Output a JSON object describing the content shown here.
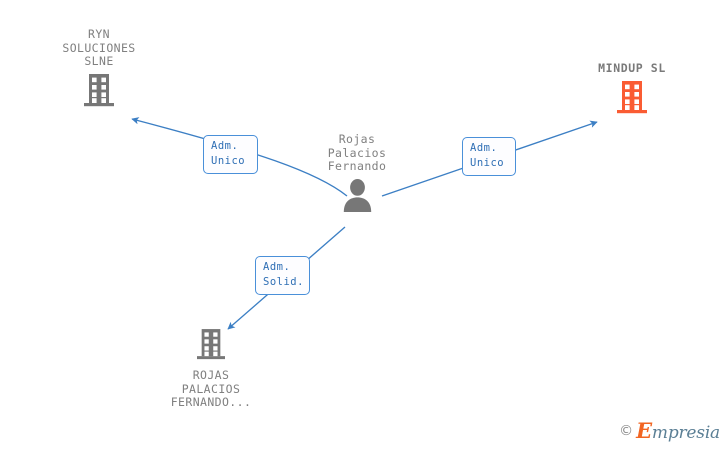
{
  "diagram": {
    "type": "org-relationship-graph",
    "background_color": "#ffffff",
    "center_node": {
      "id": "person-rojas-palacios-fernando",
      "icon": "person-icon",
      "icon_color": "#777777",
      "label": "Rojas\nPalacios\nFernando",
      "label_position": "above"
    },
    "nodes": [
      {
        "id": "ryn-soluciones-slne",
        "icon": "building-icon",
        "icon_color": "#777777",
        "label": "RYN\nSOLUCIONES\nSLNE",
        "label_position": "above",
        "bold": false
      },
      {
        "id": "mindup-sl",
        "icon": "building-icon",
        "icon_color": "#fa5c33",
        "label": "MINDUP SL",
        "label_position": "above",
        "bold": true
      },
      {
        "id": "rojas-palacios-fernando-sl",
        "icon": "building-icon",
        "icon_color": "#777777",
        "label": "ROJAS\nPALACIOS\nFERNANDO...",
        "label_position": "below",
        "bold": false
      }
    ],
    "edges": [
      {
        "id": "edge-to-ryn",
        "from": "person-rojas-palacios-fernando",
        "to": "ryn-soluciones-slne",
        "label": "Adm.\nUnico",
        "color": "#3c7fc4",
        "arrowhead": "target"
      },
      {
        "id": "edge-to-mindup",
        "from": "person-rojas-palacios-fernando",
        "to": "mindup-sl",
        "label": "Adm.\nUnico",
        "color": "#3c7fc4",
        "arrowhead": "target"
      },
      {
        "id": "edge-to-rojas-sl",
        "from": "person-rojas-palacios-fernando",
        "to": "rojas-palacios-fernando-sl",
        "label": "Adm.\nSolid.",
        "color": "#3c7fc4",
        "arrowhead": "target"
      }
    ],
    "edge_label_style": {
      "border_color": "#4a90d9",
      "text_color": "#2f6fb5",
      "background": "#fdfdff"
    }
  },
  "watermark": {
    "copyright_symbol": "©",
    "brand_initial": "E",
    "brand_rest": "mpresia",
    "initial_color": "#f26522",
    "text_color": "#5b7f95"
  }
}
